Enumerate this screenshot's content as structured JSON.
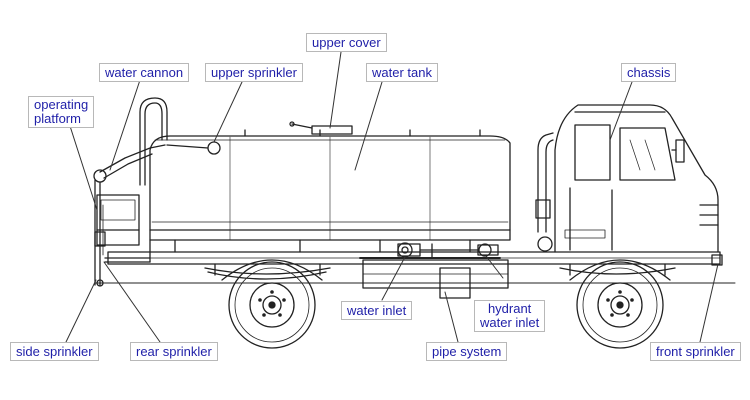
{
  "labels": {
    "upper_cover": "upper cover",
    "water_cannon": "water cannon",
    "upper_sprinkler": "upper sprinkler",
    "water_tank": "water tank",
    "chassis": "chassis",
    "operating_platform": [
      "operating",
      "platform"
    ],
    "water_inlet": "water inlet",
    "hydrant_water_inlet": [
      "hydrant",
      "water inlet"
    ],
    "side_sprinkler": "side sprinkler",
    "rear_sprinkler": "rear sprinkler",
    "pipe_system": "pipe system",
    "front_sprinkler": "front sprinkler"
  },
  "colors": {
    "label_text": "#1f1fa8",
    "label_border": "#b8b8b8",
    "line": "#222222"
  },
  "icons": {
    "truck": "water-sprinkler-truck-line-drawing"
  }
}
